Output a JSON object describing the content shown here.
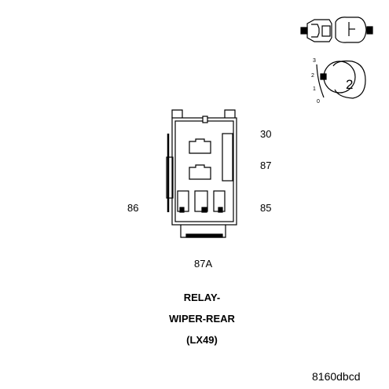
{
  "pins": {
    "p30": "30",
    "p87": "87",
    "p86": "86",
    "p85": "85",
    "p87a": "87A"
  },
  "title": {
    "line1": "RELAY-",
    "line2": "WIPER-REAR",
    "line3": "(LX49)"
  },
  "view_icon": {
    "position_number": "2",
    "scale_labels": [
      "3",
      "2",
      "1",
      "0"
    ]
  },
  "figure_id": "8160dbcd"
}
